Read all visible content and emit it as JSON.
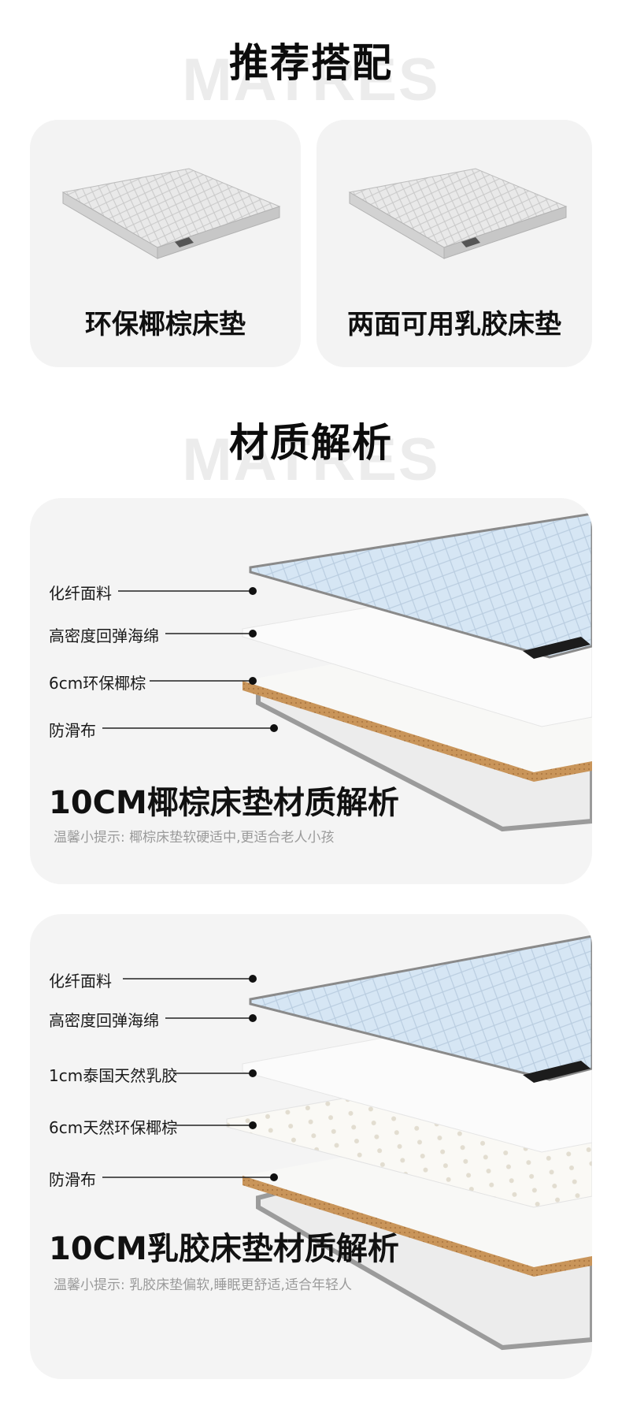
{
  "recommend": {
    "title": "推荐搭配",
    "watermark": "MATRES",
    "products": [
      {
        "name": "环保椰棕床垫"
      },
      {
        "name": "两面可用乳胶床垫"
      }
    ]
  },
  "material": {
    "title": "材质解析",
    "watermark": "MATRES"
  },
  "panels": [
    {
      "layers": [
        "化纤面料",
        "高密度回弹海绵",
        "6cm环保椰棕",
        "防滑布"
      ],
      "title": "10CM椰棕床垫材质解析",
      "tip": "温馨小提示: 椰棕床垫软硬适中,更适合老人小孩"
    },
    {
      "layers": [
        "化纤面料",
        "高密度回弹海绵",
        "1cm泰国天然乳胶",
        "6cm天然环保椰棕",
        "防滑布"
      ],
      "title": "10CM乳胶床垫材质解析",
      "tip": "温馨小提示: 乳胶床垫偏软,睡眠更舒适,适合年轻人"
    }
  ],
  "colors": {
    "fabric_blue": "#d6e6f4",
    "coir": "#c9955a",
    "panel_bg": "#f4f4f4"
  }
}
